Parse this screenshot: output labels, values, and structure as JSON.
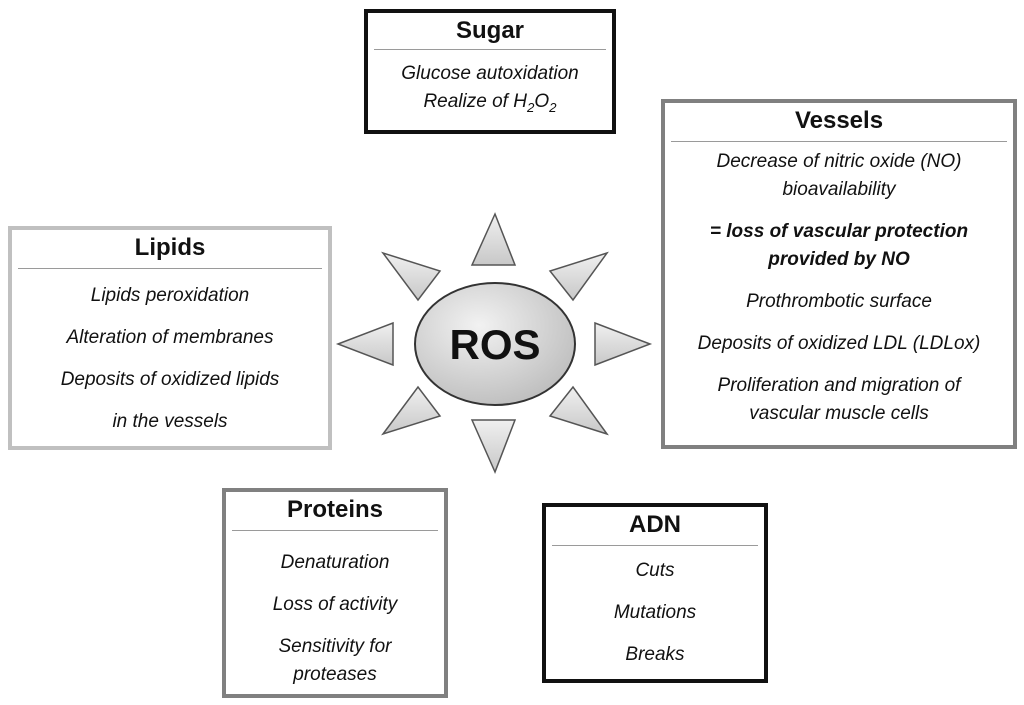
{
  "center": {
    "label": "ROS"
  },
  "boxes": {
    "sugar": {
      "title": "Sugar",
      "line1": "Glucose autoxidation",
      "line2_prefix": "Realize of H",
      "line2_sub1": "2",
      "line2_mid": "O",
      "line2_sub2": "2"
    },
    "vessels": {
      "title": "Vessels",
      "items": [
        "Decrease of nitric oxide (NO)",
        "bioavailability",
        "= loss of vascular protection",
        "provided by NO",
        "Prothrombotic surface",
        "Deposits of oxidized LDL (LDLox)",
        "Proliferation and migration of",
        "vascular muscle cells"
      ]
    },
    "lipids": {
      "title": "Lipids",
      "items": [
        "Lipids peroxidation",
        "Alteration of membranes",
        "Deposits of oxidized lipids",
        "in the vessels"
      ]
    },
    "proteins": {
      "title": "Proteins",
      "items": [
        "Denaturation",
        "Loss of activity",
        "Sensitivity for",
        "proteases"
      ]
    },
    "adn": {
      "title": "ADN",
      "items": [
        "Cuts",
        "Mutations",
        "Breaks"
      ]
    }
  }
}
